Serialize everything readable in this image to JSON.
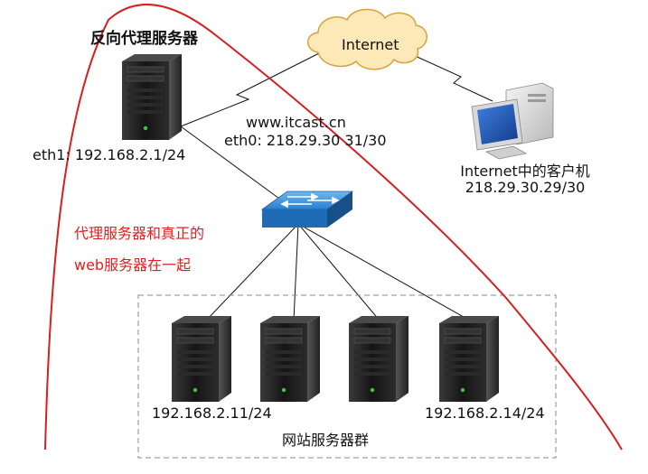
{
  "title": "反向代理服务器",
  "proxy": {
    "eth1": "eth1: 192.168.2.1/24",
    "domain": "www.itcast.cn",
    "eth0": "eth0: 218.29.30 31/30"
  },
  "internet": {
    "label": "Internet"
  },
  "client": {
    "name": "Internet中的客户机",
    "ip": "218.29.30.29/30"
  },
  "annotation": {
    "line1": "代理服务器和真正的",
    "line2": "web服务器在一起"
  },
  "server_farm": {
    "label": "网站服务器群",
    "ip_first": "192.168.2.11/24",
    "ip_last": "192.168.2.14/24"
  },
  "colors": {
    "red_curve": "#d42020",
    "cloud_fill": "#fde9b8",
    "cloud_stroke": "#d8a23a",
    "switch": "#2f86d6",
    "server_body": "#1c1c1c"
  }
}
